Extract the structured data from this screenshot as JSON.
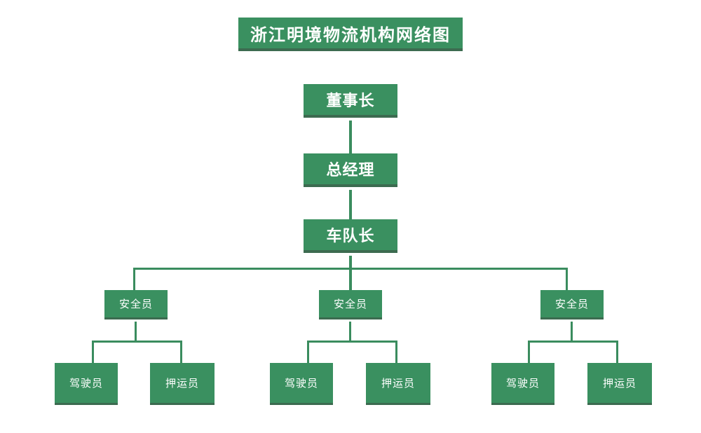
{
  "chart": {
    "type": "org-chart",
    "title": "浙江明境物流机构网络图",
    "colors": {
      "node_fill": "#3a9060",
      "node_shadow": "#3c6b50",
      "connector": "#3a8c5e",
      "text": "#ffffff",
      "background": "#ffffff"
    },
    "levels": [
      {
        "level": 1,
        "nodes": [
          {
            "id": "chairman",
            "label": "董事长"
          }
        ]
      },
      {
        "level": 2,
        "nodes": [
          {
            "id": "general-manager",
            "label": "总经理"
          }
        ]
      },
      {
        "level": 3,
        "nodes": [
          {
            "id": "fleet-captain",
            "label": "车队长"
          }
        ]
      },
      {
        "level": 4,
        "nodes": [
          {
            "id": "safety-officer-1",
            "label": "安全员"
          },
          {
            "id": "safety-officer-2",
            "label": "安全员"
          },
          {
            "id": "safety-officer-3",
            "label": "安全员"
          }
        ]
      },
      {
        "level": 5,
        "nodes": [
          {
            "id": "driver-1",
            "label": "驾驶员"
          },
          {
            "id": "escort-1",
            "label": "押运员"
          },
          {
            "id": "driver-2",
            "label": "驾驶员"
          },
          {
            "id": "escort-2",
            "label": "押运员"
          },
          {
            "id": "driver-3",
            "label": "驾驶员"
          },
          {
            "id": "escort-3",
            "label": "押运员"
          }
        ]
      }
    ],
    "nodes": {
      "title": "浙江明境物流机构网络图",
      "chairman": "董事长",
      "general_manager": "总经理",
      "fleet_captain": "车队长",
      "safety_officer_1": "安全员",
      "safety_officer_2": "安全员",
      "safety_officer_3": "安全员",
      "driver_1": "驾驶员",
      "escort_1": "押运员",
      "driver_2": "驾驶员",
      "escort_2": "押运员",
      "driver_3": "驾驶员",
      "escort_3": "押运员"
    },
    "edges": [
      {
        "from": "chairman",
        "to": "general-manager"
      },
      {
        "from": "general-manager",
        "to": "fleet-captain"
      },
      {
        "from": "fleet-captain",
        "to": "safety-officer-1"
      },
      {
        "from": "fleet-captain",
        "to": "safety-officer-2"
      },
      {
        "from": "fleet-captain",
        "to": "safety-officer-3"
      },
      {
        "from": "safety-officer-1",
        "to": "driver-1"
      },
      {
        "from": "safety-officer-1",
        "to": "escort-1"
      },
      {
        "from": "safety-officer-2",
        "to": "driver-2"
      },
      {
        "from": "safety-officer-2",
        "to": "escort-2"
      },
      {
        "from": "safety-officer-3",
        "to": "driver-3"
      },
      {
        "from": "safety-officer-3",
        "to": "escort-3"
      }
    ]
  }
}
